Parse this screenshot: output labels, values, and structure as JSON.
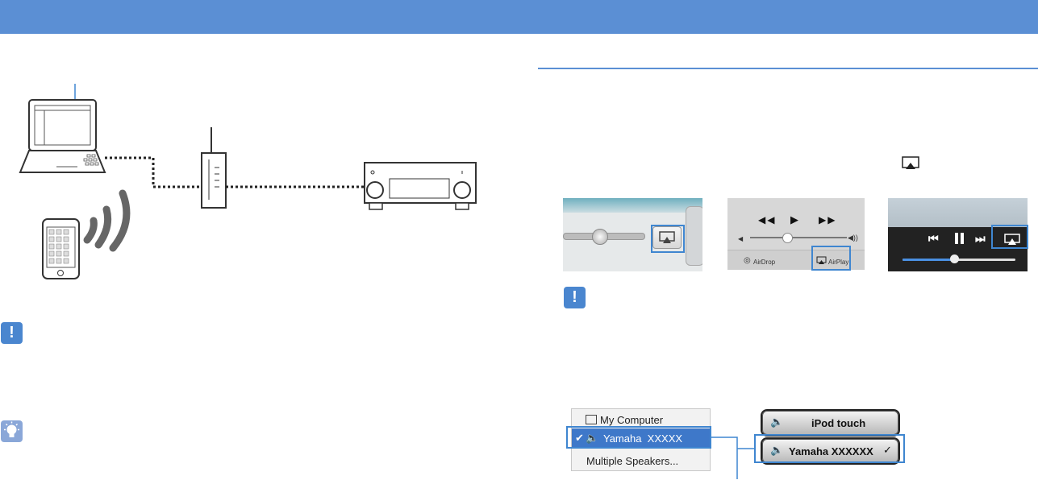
{
  "colors": {
    "header": "#5b8fd4",
    "accent": "#3f86d0",
    "notice": "#4a86cf",
    "tip": "#8aa7d8"
  },
  "screens": {
    "ios_control": {
      "airdrop_label": "AirDrop",
      "airplay_label": "AirPlay"
    },
    "itunes_menu": {
      "items": [
        "My Computer",
        "Yamaha  XXXXX",
        "Multiple Speakers..."
      ]
    },
    "ios_devices": {
      "items": [
        "iPod touch",
        "Yamaha XXXXXX"
      ]
    }
  },
  "icons": [
    "airplay-icon",
    "exclamation-icon",
    "lightbulb-icon",
    "speaker-icon",
    "checkmark-icon"
  ]
}
